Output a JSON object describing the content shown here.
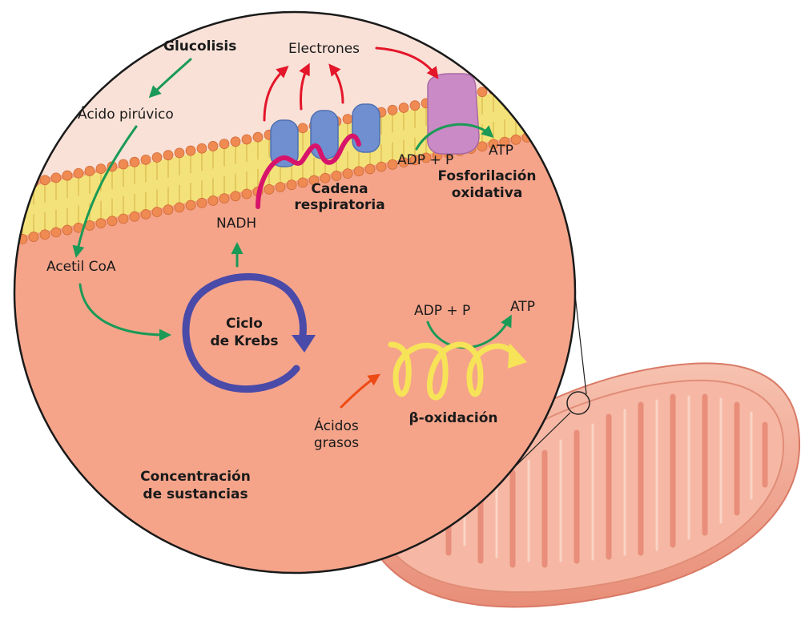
{
  "labels": {
    "glucolisis": "Glucolisis",
    "acido_piruvico": "Ácido pirúvico",
    "acetil_coa": "Acetil CoA",
    "electrones": "Electrones",
    "nadh": "NADH",
    "cadena_1": "Cadena",
    "cadena_2": "respiratoria",
    "adp_p_top": "ADP + P",
    "atp_top": "ATP",
    "fosfo_1": "Fosforilación",
    "fosfo_2": "oxidativa",
    "ciclo_1": "Ciclo",
    "ciclo_2": "de Krebs",
    "adp_p_beta": "ADP + P",
    "atp_beta": "ATP",
    "beta": "β-oxidación",
    "acidos_1": "Ácidos",
    "acidos_2": "grasos",
    "conc_1": "Concentración",
    "conc_2": "de sustancias"
  },
  "colors": {
    "matrix": "#f5a48a",
    "intermembrane": "#f9e1d7",
    "membrane_core": "#f3e27a",
    "lipid_head": "#ee8a52",
    "protein_blue": "#6f8fd0",
    "atp_synthase": "#c98ac6",
    "krebs_cycle": "#4a4aa8",
    "green_arrow": "#1a9a56",
    "red_arrow": "#e4162a",
    "orange_arrow": "#ee4a14",
    "beta_spiral": "#f7e357",
    "magenta_chain": "#d8146a",
    "mitochondrion": "#f2a891"
  }
}
